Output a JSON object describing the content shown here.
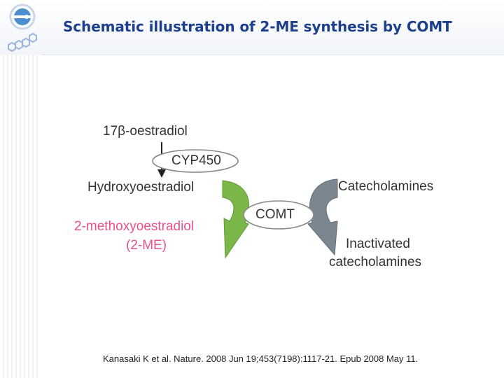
{
  "slide": {
    "title": "Schematic illustration of 2-ME synthesis by COMT",
    "citation": "Kanasaki K et al. Nature. 2008 Jun 19;453(7198):1117-21. Epub 2008 May 11."
  },
  "diagram": {
    "nodes": {
      "oestradiol": "17β-oestradiol",
      "cyp450": "CYP450",
      "hydroxyoestradiol": "Hydroxyoestradiol",
      "methoxyoestradiol_line1": "2-methoxyoestradiol",
      "methoxyoestradiol_line2": "(2-ME)",
      "comt": "COMT",
      "catecholamines": "Catecholamines",
      "inactivated_line1": "Inactivated",
      "inactivated_line2": "catecholamines"
    },
    "colors": {
      "title": "#1d3f8f",
      "text": "#333333",
      "product_pink": "#e8508f",
      "green_arrow": "#7ab648",
      "grey_arrow": "#7b8790",
      "enzyme_outline": "#888888"
    }
  }
}
